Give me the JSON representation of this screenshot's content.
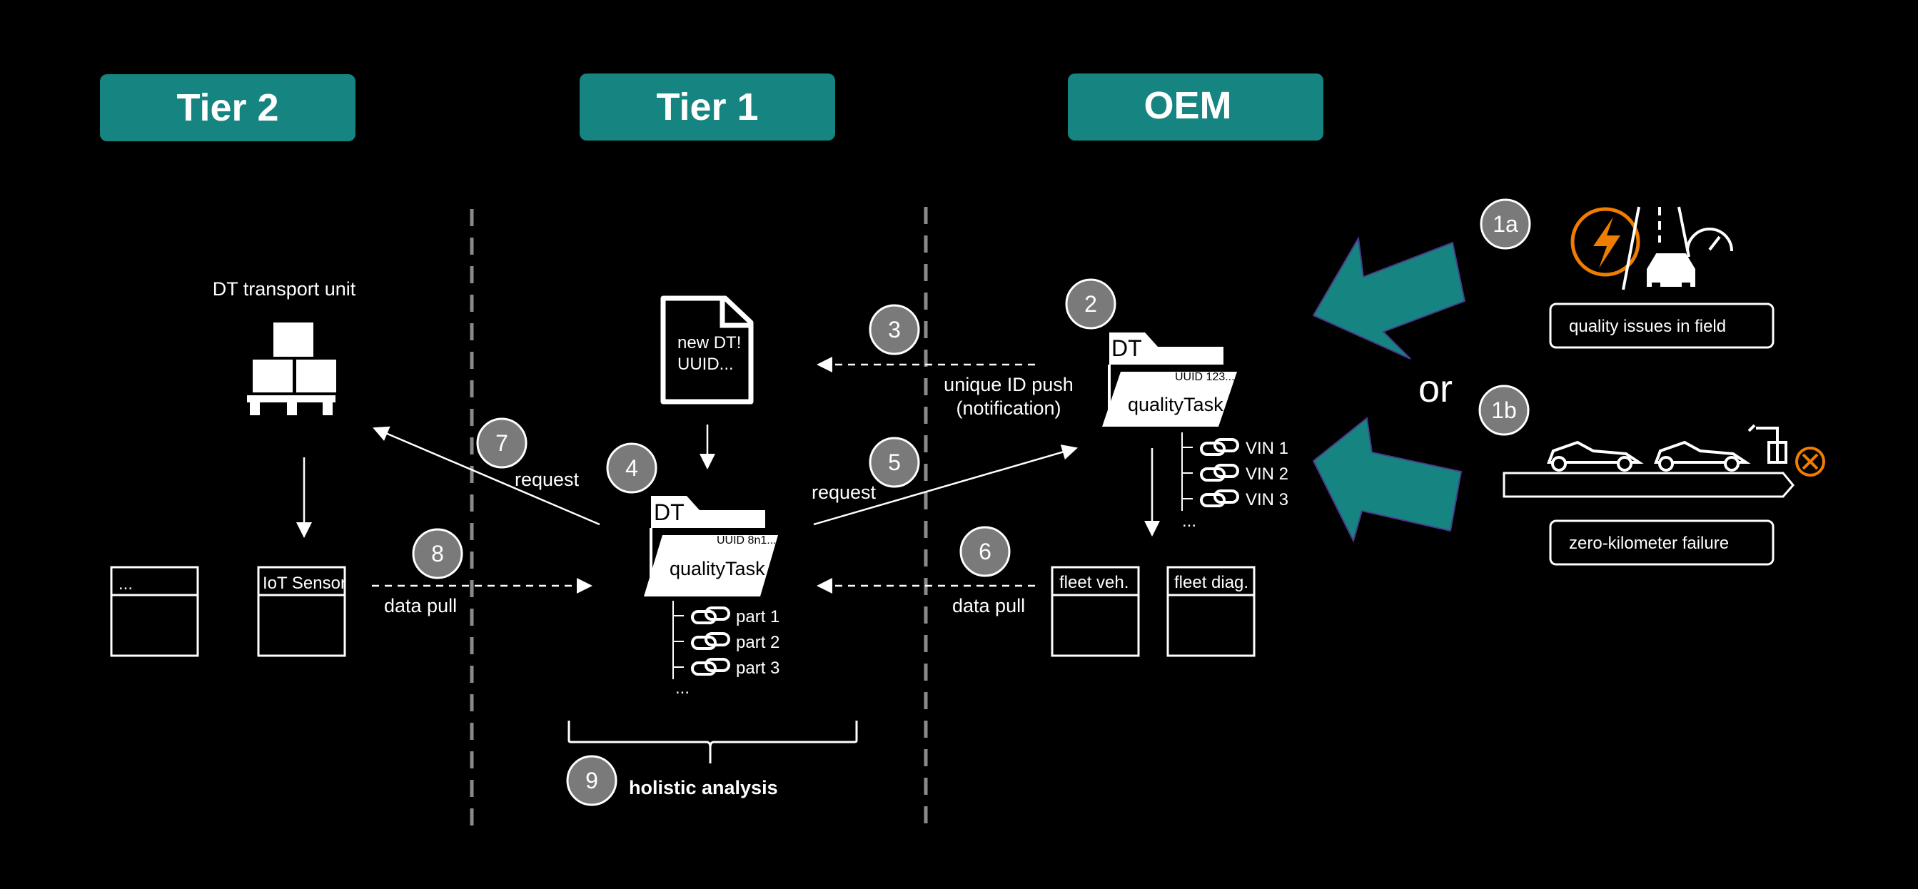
{
  "headers": {
    "tier2": "Tier 2",
    "tier1": "Tier 1",
    "oem": "OEM"
  },
  "tier2": {
    "transport_label": "DT transport unit",
    "box_ellipsis": "...",
    "box_iot": "IoT Sensor"
  },
  "tier1": {
    "doc_line1": "new DT!",
    "doc_line2": "UUID...",
    "folder_dt": "DT",
    "folder_uuid": "UUID 8n1...",
    "folder_task": "qualityTask",
    "parts": [
      "part 1",
      "part 2",
      "part 3"
    ],
    "parts_more": "...",
    "analysis": "holistic analysis"
  },
  "oem": {
    "folder_dt": "DT",
    "folder_uuid": "UUID 123...",
    "folder_task": "qualityTask",
    "vins": [
      "VIN 1",
      "VIN 2",
      "VIN 3"
    ],
    "vins_more": "...",
    "box_fleet_veh": "fleet veh.",
    "box_fleet_diag": "fleet diag."
  },
  "flows": {
    "push_line1": "unique ID push",
    "push_line2": "(notification)",
    "request_left": "request",
    "request_right": "request",
    "pull_left": "data pull",
    "pull_right": "data pull"
  },
  "triggers": {
    "or": "or",
    "field": "quality issues in field",
    "zero_km": "zero-kilometer failure"
  },
  "steps": {
    "s1a": "1a",
    "s1b": "1b",
    "s2": "2",
    "s3": "3",
    "s4": "4",
    "s5": "5",
    "s6": "6",
    "s7": "7",
    "s8": "8",
    "s9": "9"
  },
  "colors": {
    "teal": "#168480",
    "step_circle": "#7a7a7a",
    "alert_orange": "#ef7d00",
    "divider": "#8a8a8a"
  }
}
